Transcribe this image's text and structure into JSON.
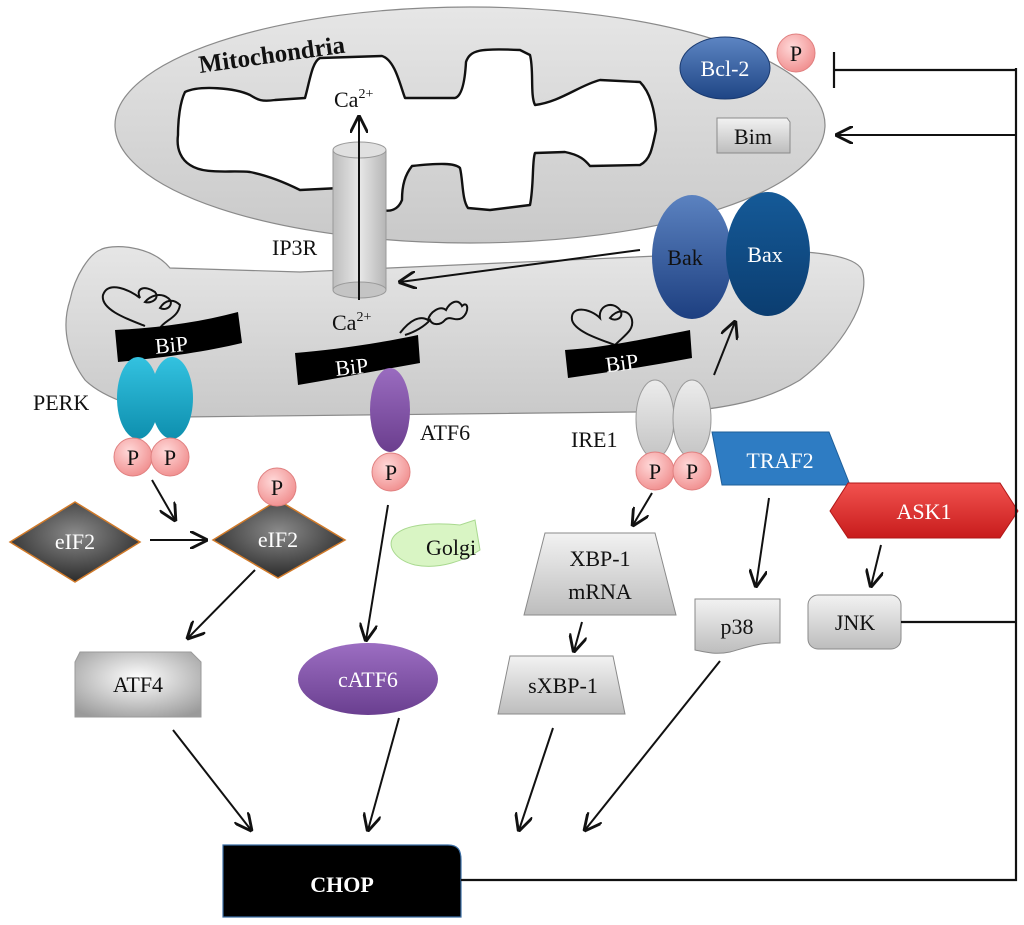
{
  "title": "ER stress / UPR signaling to CHOP-mediated apoptosis",
  "colors": {
    "organelle_fill": "#d9d9d9",
    "bip": "#000000",
    "perk": "#18a7c9",
    "atf6": "#7b4b9e",
    "ire1": "#d4d4d4",
    "phospho": "#f6a5a5",
    "bcl2": "#2e5597",
    "bak": "#2f5597",
    "bax": "#0f4a84",
    "traf2": "#2e7cc3",
    "ask1": "#e0272a",
    "eif2": "#3a3a3a",
    "eif2_border": "#d07a2a",
    "golgi": "#d9f5c4",
    "chop": "#000000",
    "grey_box": "#cfcfcf"
  },
  "organelles": {
    "mitochondria": "Mitochondria",
    "golgi": "Golgi"
  },
  "channel": {
    "ip3r": "IP3R",
    "ca_top": "Ca",
    "ca_top_sup": "2+",
    "ca_bottom": "Ca",
    "ca_bottom_sup": "2+"
  },
  "chaperone": {
    "bip_1": "BiP",
    "bip_2": "BiP",
    "bip_3": "BiP"
  },
  "sensors": {
    "perk": "PERK",
    "atf6": "ATF6",
    "ire1": "IRE1"
  },
  "phospho_label": "P",
  "apoptosis": {
    "bcl2": "Bcl-2",
    "bim": "Bim",
    "bak": "Bak",
    "bax": "Bax"
  },
  "perk_branch": {
    "eif2": "eIF2",
    "eif2_p": "eIF2",
    "atf4": "ATF4"
  },
  "atf6_branch": {
    "catf6": "cATF6"
  },
  "ire1_branch": {
    "xbp1_line1": "XBP-1",
    "xbp1_line2": "mRNA",
    "sxbp1": "sXBP-1",
    "traf2": "TRAF2",
    "ask1": "ASK1",
    "p38": "p38",
    "jnk": "JNK"
  },
  "output": {
    "chop": "CHOP"
  }
}
